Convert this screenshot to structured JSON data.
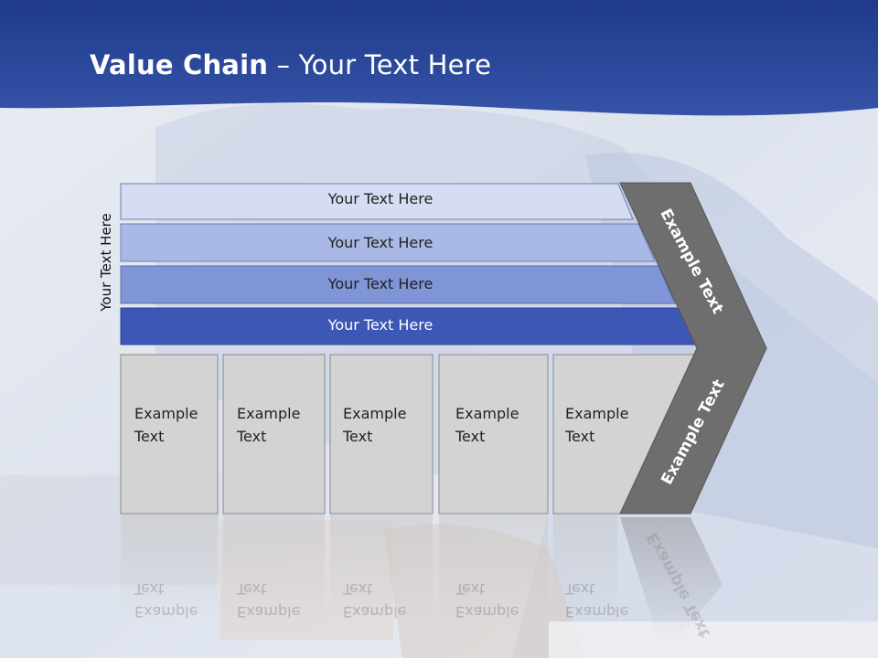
{
  "title": {
    "bold": "Value Chain",
    "rest": " – Your Text Here"
  },
  "side_label": "Your Text Here",
  "bars": [
    {
      "label": "Your Text Here"
    },
    {
      "label": "Your Text Here"
    },
    {
      "label": "Your Text Here"
    },
    {
      "label": "Your Text Here"
    }
  ],
  "boxes": [
    {
      "line1": "Example",
      "line2": "Text"
    },
    {
      "line1": "Example",
      "line2": "Text"
    },
    {
      "line1": "Example",
      "line2": "Text"
    },
    {
      "line1": "Example",
      "line2": "Text"
    },
    {
      "line1": "Example",
      "line2": "Text"
    }
  ],
  "chevron": {
    "top_label": "Example Text",
    "bottom_label": "Example Text"
  },
  "colors": {
    "header_blue": "#2c4a9c",
    "bar1": "#d6ddf2",
    "bar2": "#aab8e6",
    "bar3": "#7f95d6",
    "bar4": "#3c57b5",
    "box_fill": "#d3d3d3",
    "chevron_gray": "#6e6e6e"
  }
}
